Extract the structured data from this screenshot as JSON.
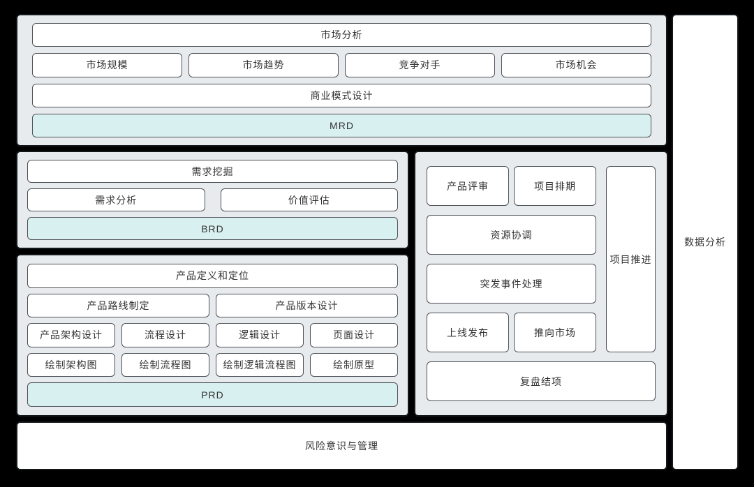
{
  "colors": {
    "page_background": "#000000",
    "section_background": "#e8ebee",
    "section_border": "#14171a",
    "box_background": "#ffffff",
    "box_border": "#4b5157",
    "deliverable_background": "#d9f0f1",
    "text": "#333333"
  },
  "sections": {
    "market_analysis": {
      "title": "市场分析",
      "items": [
        "市场规模",
        "市场趋势",
        "竞争对手",
        "市场机会"
      ],
      "business_model": "商业模式设计",
      "deliverable": "MRD"
    },
    "requirements": {
      "title": "需求挖掘",
      "items": [
        "需求分析",
        "价值评估"
      ],
      "deliverable": "BRD"
    },
    "product_design": {
      "title": "产品定义和定位",
      "row_planning": [
        "产品路线制定",
        "产品版本设计"
      ],
      "row_design": [
        "产品架构设计",
        "流程设计",
        "逻辑设计",
        "页面设计"
      ],
      "row_drawing": [
        "绘制架构图",
        "绘制流程图",
        "绘制逻辑流程图",
        "绘制原型"
      ],
      "deliverable": "PRD"
    },
    "project_management": {
      "row_review": [
        "产品评审",
        "项目排期"
      ],
      "resource": "资源协调",
      "incident": "突发事件处理",
      "row_launch": [
        "上线发布",
        "推向市场"
      ],
      "side": "项目推进",
      "closing": "复盘结项"
    },
    "risk": {
      "label": "风险意识与管理"
    },
    "data_analysis": {
      "label": "数据分析"
    }
  }
}
